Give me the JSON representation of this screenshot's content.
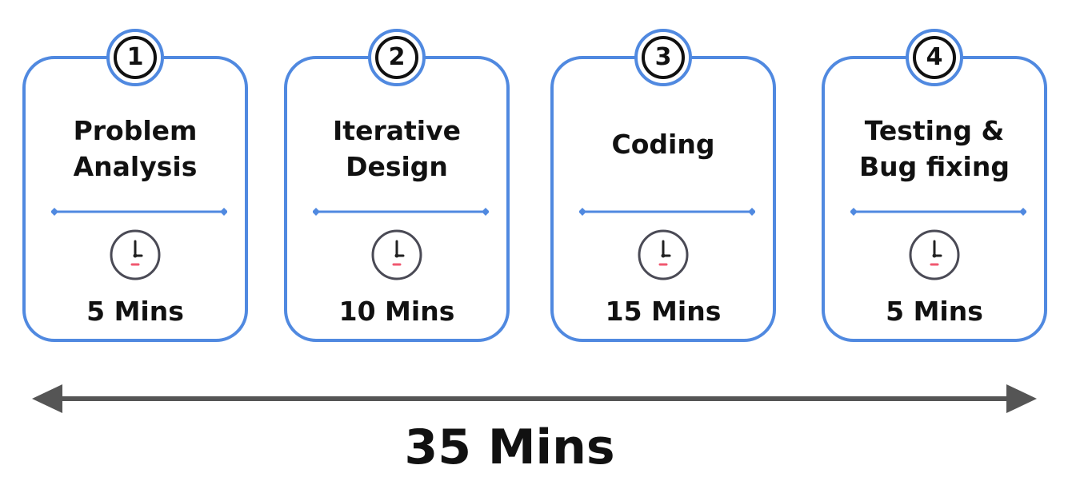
{
  "diagram": {
    "steps": [
      {
        "number": "1",
        "title_lines": [
          "Problem",
          "Analysis"
        ],
        "duration": "5 Mins"
      },
      {
        "number": "2",
        "title_lines": [
          "Iterative",
          "Design"
        ],
        "duration": "10 Mins"
      },
      {
        "number": "3",
        "title_lines": [
          "Coding"
        ],
        "duration": "15 Mins"
      },
      {
        "number": "4",
        "title_lines": [
          "Testing &",
          "Bug fixing"
        ],
        "duration": "5 Mins"
      }
    ],
    "total": "35 Mins"
  },
  "colors": {
    "card_border": "#5089e0",
    "text": "#111111",
    "clock_stroke": "#4a4a55",
    "clock_marker": "#f05870",
    "arrow": "#555555"
  },
  "icons": {
    "clock": "clock-icon",
    "divider": "divider-line",
    "arrow": "double-headed-arrow-icon"
  }
}
